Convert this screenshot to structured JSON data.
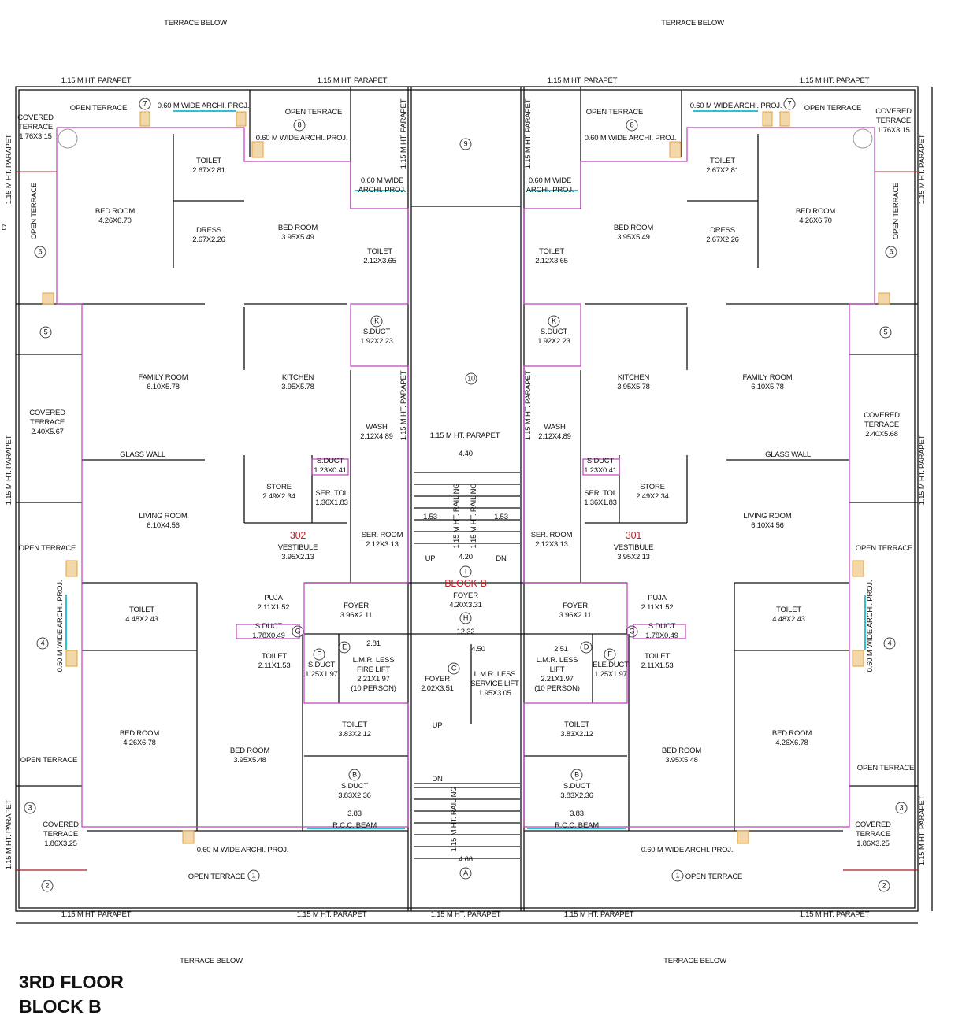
{
  "title": {
    "line1": "3RD FLOOR",
    "line2": "BLOCK B"
  },
  "colors": {
    "walls": "#111111",
    "unit_outline": "#c040c0",
    "red_text": "#c8202a",
    "projection": "#30c0d0",
    "column": "#e0a040"
  },
  "labels": [
    {
      "lines": [
        "TERRACE BELOW"
      ]
    },
    {
      "lines": [
        "TERRACE BELOW"
      ]
    },
    {
      "lines": [
        "TERRACE BELOW"
      ]
    },
    {
      "lines": [
        "TERRACE BELOW"
      ]
    },
    {
      "lines": [
        "1.15 M HT. PARAPET"
      ]
    },
    {
      "lines": [
        "1.15 M HT. PARAPET"
      ]
    },
    {
      "lines": [
        "1.15 M HT. PARAPET"
      ]
    },
    {
      "lines": [
        "1.15 M HT. PARAPET"
      ]
    },
    {
      "lines": [
        "1.15 M HT. PARAPET"
      ]
    },
    {
      "lines": [
        "1.15 M HT. PARAPET"
      ]
    },
    {
      "lines": [
        "1.15 M HT. PARAPET"
      ]
    },
    {
      "lines": [
        "1.15 M HT. PARAPET"
      ]
    },
    {
      "lines": [
        "1.15 M HT. PARAPET"
      ]
    },
    {
      "lines": [
        "1.15 M HT. PARAPET"
      ]
    },
    {
      "lines": [
        "1.15 M HT. PARAPET"
      ]
    },
    {
      "lines": [
        "1.15 M HT. PARAPET"
      ]
    },
    {
      "lines": [
        "1.15 M HT. PARAPET"
      ]
    },
    {
      "lines": [
        "1.15 M HT. PARAPET"
      ]
    },
    {
      "lines": [
        "1.15 M HT. PARAPET"
      ]
    },
    {
      "lines": [
        "1.15 M HT. PARAPET"
      ]
    },
    {
      "lines": [
        "1.15 M HT. PARAPET"
      ]
    },
    {
      "lines": [
        "1.15 M HT. PARAPET"
      ]
    },
    {
      "lines": [
        "1.15 M HT. PARAPET"
      ]
    },
    {
      "lines": [
        "1.15 M HT. PARAPET"
      ]
    },
    {
      "lines": [
        "COVERED",
        "TERRACE",
        "1.76X3.15"
      ]
    },
    {
      "lines": [
        "OPEN TERRACE"
      ]
    },
    {
      "lines": [
        "7"
      ]
    },
    {
      "lines": [
        "0.60 M WIDE ARCHI. PROJ."
      ]
    },
    {
      "lines": [
        "OPEN TERRACE"
      ]
    },
    {
      "lines": [
        "8"
      ]
    },
    {
      "lines": [
        "0.60 M WIDE ARCHI. PROJ."
      ]
    },
    {
      "lines": [
        "0.60 M WIDE",
        "ARCHI. PROJ."
      ]
    },
    {
      "lines": [
        "9"
      ]
    },
    {
      "lines": [
        "TOILET",
        "2.67X2.81"
      ]
    },
    {
      "lines": [
        "BED ROOM",
        "4.26X6.70"
      ]
    },
    {
      "lines": [
        "DRESS",
        "2.67X2.26"
      ]
    },
    {
      "lines": [
        "BED ROOM",
        "3.95X5.49"
      ]
    },
    {
      "lines": [
        "TOILET",
        "2.12X3.65"
      ]
    },
    {
      "lines": [
        "OPEN TERRACE"
      ]
    },
    {
      "lines": [
        "6"
      ]
    },
    {
      "lines": [
        "5"
      ]
    },
    {
      "lines": [
        "K"
      ]
    },
    {
      "lines": [
        "S.DUCT",
        "1.92X2.23"
      ]
    },
    {
      "lines": [
        "FAMILY ROOM",
        "6.10X5.78"
      ]
    },
    {
      "lines": [
        "KITCHEN",
        "3.95X5.78"
      ]
    },
    {
      "lines": [
        "WASH",
        "2.12X4.89"
      ]
    },
    {
      "lines": [
        "10"
      ]
    },
    {
      "lines": [
        "COVERED",
        "TERRACE",
        "2.40X5.67"
      ]
    },
    {
      "lines": [
        "GLASS WALL"
      ]
    },
    {
      "lines": [
        "STORE",
        "2.49X2.34"
      ]
    },
    {
      "lines": [
        "S.DUCT",
        "1.23X0.41"
      ]
    },
    {
      "lines": [
        "SER. TOI.",
        "1.36X1.83"
      ]
    },
    {
      "lines": [
        "LIVING ROOM",
        "6.10X4.56"
      ]
    },
    {
      "lines": [
        "302"
      ]
    },
    {
      "lines": [
        "VESTIBULE",
        "3.95X2.13"
      ]
    },
    {
      "lines": [
        "SER. ROOM",
        "2.12X3.13"
      ]
    },
    {
      "lines": [
        "OPEN TERRACE"
      ]
    },
    {
      "lines": [
        "BLOCK-B"
      ]
    },
    {
      "lines": [
        "FOYER",
        "4.20X3.31"
      ]
    },
    {
      "lines": [
        "H"
      ]
    },
    {
      "lines": [
        "PUJA",
        "2.11X1.52"
      ]
    },
    {
      "lines": [
        "FOYER",
        "3.96X2.11"
      ]
    },
    {
      "lines": [
        "TOILET",
        "4.48X2.43"
      ]
    },
    {
      "lines": [
        "S.DUCT",
        "1.78X0.49"
      ]
    },
    {
      "lines": [
        "G"
      ]
    },
    {
      "lines": [
        "TOILET",
        "2.11X1.53"
      ]
    },
    {
      "lines": [
        "F"
      ]
    },
    {
      "lines": [
        "S.DUCT",
        "1.25X1.97"
      ]
    },
    {
      "lines": [
        "E"
      ]
    },
    {
      "lines": [
        "L.M.R. LESS",
        "FIRE LIFT",
        "2.21X1.97",
        "(10 PERSON)"
      ]
    },
    {
      "lines": [
        "FOYER",
        "2.02X3.51"
      ]
    },
    {
      "lines": [
        "C"
      ]
    },
    {
      "lines": [
        "L.M.R. LESS",
        "SERVICE LIFT",
        "1.95X3.05"
      ]
    },
    {
      "lines": [
        "0.60 M WIDE ARCHI. PROJ."
      ]
    },
    {
      "lines": [
        "4"
      ]
    },
    {
      "lines": [
        "BED ROOM",
        "4.26X6.78"
      ]
    },
    {
      "lines": [
        "BED ROOM",
        "3.95X5.48"
      ]
    },
    {
      "lines": [
        "TOILET",
        "3.83X2.12"
      ]
    },
    {
      "lines": [
        "B"
      ]
    },
    {
      "lines": [
        "S.DUCT",
        "3.83X2.36"
      ]
    },
    {
      "lines": [
        "OPEN TERRACE"
      ]
    },
    {
      "lines": [
        "COVERED",
        "TERRACE",
        "1.86X3.25"
      ]
    },
    {
      "lines": [
        "3"
      ]
    },
    {
      "lines": [
        "2"
      ]
    },
    {
      "lines": [
        "0.60 M WIDE ARCHI. PROJ."
      ]
    },
    {
      "lines": [
        "OPEN TERRACE"
      ]
    },
    {
      "lines": [
        "1"
      ]
    },
    {
      "lines": [
        "R.C.C. BEAM"
      ]
    },
    {
      "lines": [
        "3.83"
      ]
    },
    {
      "lines": [
        "A"
      ]
    },
    {
      "lines": [
        "4.66"
      ]
    },
    {
      "lines": [
        "COVERED",
        "TERRACE",
        "1.76X3.15"
      ]
    },
    {
      "lines": [
        "OPEN TERRACE"
      ]
    },
    {
      "lines": [
        "7"
      ]
    },
    {
      "lines": [
        "0.60 M WIDE ARCHI. PROJ."
      ]
    },
    {
      "lines": [
        "OPEN TERRACE"
      ]
    },
    {
      "lines": [
        "8"
      ]
    },
    {
      "lines": [
        "0.60 M WIDE ARCHI. PROJ."
      ]
    },
    {
      "lines": [
        "0.60 M WIDE",
        "ARCHI. PROJ."
      ]
    },
    {
      "lines": [
        "TOILET",
        "2.67X2.81"
      ]
    },
    {
      "lines": [
        "BED ROOM",
        "4.26X6.70"
      ]
    },
    {
      "lines": [
        "DRESS",
        "2.67X2.26"
      ]
    },
    {
      "lines": [
        "BED ROOM",
        "3.95X5.49"
      ]
    },
    {
      "lines": [
        "TOILET",
        "2.12X3.65"
      ]
    },
    {
      "lines": [
        "OPEN TERRACE"
      ]
    },
    {
      "lines": [
        "6"
      ]
    },
    {
      "lines": [
        "5"
      ]
    },
    {
      "lines": [
        "K"
      ]
    },
    {
      "lines": [
        "S.DUCT",
        "1.92X2.23"
      ]
    },
    {
      "lines": [
        "FAMILY ROOM",
        "6.10X5.78"
      ]
    },
    {
      "lines": [
        "KITCHEN",
        "3.95X5.78"
      ]
    },
    {
      "lines": [
        "WASH",
        "2.12X4.89"
      ]
    },
    {
      "lines": [
        "COVERED",
        "TERRACE",
        "2.40X5.68"
      ]
    },
    {
      "lines": [
        "GLASS WALL"
      ]
    },
    {
      "lines": [
        "STORE",
        "2.49X2.34"
      ]
    },
    {
      "lines": [
        "S.DUCT",
        "1.23X0.41"
      ]
    },
    {
      "lines": [
        "SER. TOI.",
        "1.36X1.83"
      ]
    },
    {
      "lines": [
        "LIVING ROOM",
        "6.10X4.56"
      ]
    },
    {
      "lines": [
        "301"
      ]
    },
    {
      "lines": [
        "VESTIBULE",
        "3.95X2.13"
      ]
    },
    {
      "lines": [
        "SER. ROOM",
        "2.12X3.13"
      ]
    },
    {
      "lines": [
        "OPEN TERRACE"
      ]
    },
    {
      "lines": [
        "PUJA",
        "2.11X1.52"
      ]
    },
    {
      "lines": [
        "FOYER",
        "3.96X2.11"
      ]
    },
    {
      "lines": [
        "TOILET",
        "4.48X2.43"
      ]
    },
    {
      "lines": [
        "S.DUCT",
        "1.78X0.49"
      ]
    },
    {
      "lines": [
        "G"
      ]
    },
    {
      "lines": [
        "TOILET",
        "2.11X1.53"
      ]
    },
    {
      "lines": [
        "F"
      ]
    },
    {
      "lines": [
        "ELE.DUCT",
        "1.25X1.97"
      ]
    },
    {
      "lines": [
        "D"
      ]
    },
    {
      "lines": [
        "L.M.R. LESS",
        "LIFT",
        "2.21X1.97",
        "(10 PERSON)"
      ]
    },
    {
      "lines": [
        "0.60 M WIDE ARCHI. PROJ."
      ]
    },
    {
      "lines": [
        "4"
      ]
    },
    {
      "lines": [
        "BED ROOM",
        "4.26X6.78"
      ]
    },
    {
      "lines": [
        "BED ROOM",
        "3.95X5.48"
      ]
    },
    {
      "lines": [
        "TOILET",
        "3.83X2.12"
      ]
    },
    {
      "lines": [
        "B"
      ]
    },
    {
      "lines": [
        "S.DUCT",
        "3.83X2.36"
      ]
    },
    {
      "lines": [
        "OPEN TERRACE"
      ]
    },
    {
      "lines": [
        "COVERED",
        "TERRACE",
        "1.86X3.25"
      ]
    },
    {
      "lines": [
        "3"
      ]
    },
    {
      "lines": [
        "2"
      ]
    },
    {
      "lines": [
        "0.60 M WIDE ARCHI. PROJ."
      ]
    },
    {
      "lines": [
        "OPEN TERRACE"
      ]
    },
    {
      "lines": [
        "1"
      ]
    },
    {
      "lines": [
        "R.C.C. BEAM"
      ]
    },
    {
      "lines": [
        "3.83"
      ]
    },
    {
      "lines": [
        "12.32"
      ]
    },
    {
      "lines": [
        "4.20"
      ]
    },
    {
      "lines": [
        "4.40"
      ]
    },
    {
      "lines": [
        "1.53"
      ]
    },
    {
      "lines": [
        "1.53"
      ]
    },
    {
      "lines": [
        "UP"
      ]
    },
    {
      "lines": [
        "DN"
      ]
    },
    {
      "lines": [
        "I"
      ]
    },
    {
      "lines": [
        "2.81"
      ]
    },
    {
      "lines": [
        "4.50"
      ]
    },
    {
      "lines": [
        "2.51"
      ]
    },
    {
      "lines": [
        "UP"
      ]
    },
    {
      "lines": [
        "DN"
      ]
    },
    {
      "lines": [
        "1.15 M HT. RAILING"
      ]
    },
    {
      "lines": [
        "1.15 M HT. RAILING"
      ]
    },
    {
      "lines": [
        "1.15 M HT. RAILING"
      ]
    },
    {
      "lines": [
        "D"
      ]
    }
  ]
}
